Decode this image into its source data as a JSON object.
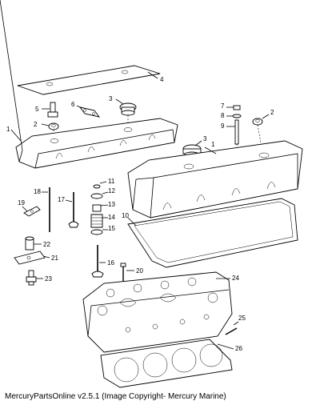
{
  "caption": "MercuryPartsOnline v2.5.1 (Image Copyright- Mercury Marine)",
  "callouts": {
    "c4": "4",
    "c5": "5",
    "c6": "6",
    "c3a": "3",
    "c2a": "2",
    "c1a": "1",
    "c7": "7",
    "c8": "8",
    "c9": "9",
    "c2b": "2",
    "c3b": "3",
    "c1b": "1",
    "c11": "11",
    "c12": "12",
    "c13": "13",
    "c14": "14",
    "c15": "15",
    "c18": "18",
    "c17": "17",
    "c19": "19",
    "c10": "10",
    "c22": "22",
    "c21": "21",
    "c16": "16",
    "c20": "20",
    "c23": "23",
    "c24": "24",
    "c25": "25",
    "c26": "26"
  }
}
